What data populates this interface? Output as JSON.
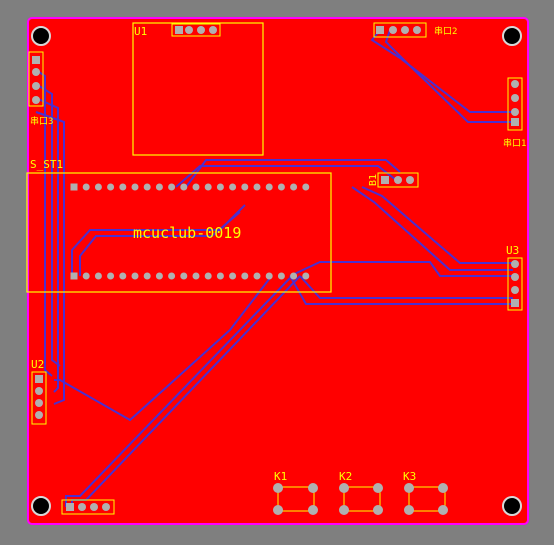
{
  "board": {
    "colors": {
      "background": "#7f7f7f",
      "copper": "#ff0000",
      "outline": "#ff00ff",
      "silkscreen": "#ffff00",
      "trace": "#4b2fd0",
      "pad": "#b0b0b0"
    }
  },
  "components": {
    "u1": "U1",
    "u2": "U2",
    "u3": "U3",
    "s_st1": "S_ST1",
    "b1": "B1",
    "k1": "K1",
    "k2": "K2",
    "k3": "K3",
    "uart_top": "串口2",
    "uart_right": "串口1",
    "uart_left": "串口3",
    "mcu_label": "mcuclub-0019"
  }
}
